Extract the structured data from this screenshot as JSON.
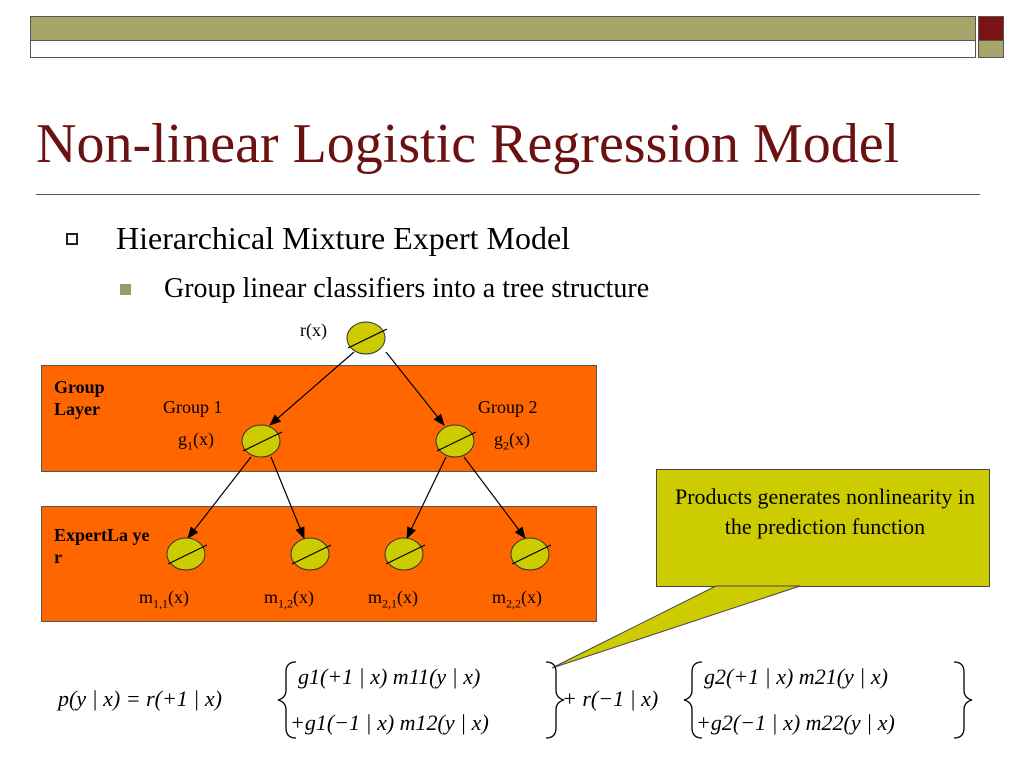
{
  "slide": {
    "title": "Non-linear Logistic Regression Model",
    "bullet1": "Hierarchical Mixture Expert Model",
    "bullet2": "Group linear classifiers into a tree structure"
  },
  "diagram": {
    "root_label": "r(x)",
    "group_layer_label": "Group Layer",
    "expert_layer_label": "ExpertLa yer",
    "group1_name": "Group 1",
    "group2_name": "Group 2",
    "g1_base": "g",
    "g1_sub": "1",
    "g1_suffix": "(x)",
    "g2_base": "g",
    "g2_sub": "2",
    "g2_suffix": "(x)",
    "m11_base": "m",
    "m11_sub": "1,1",
    "m11_suffix": "(x)",
    "m12_base": "m",
    "m12_sub": "1,2",
    "m12_suffix": "(x)",
    "m21_base": "m",
    "m21_sub": "2,1",
    "m21_suffix": "(x)",
    "m22_base": "m",
    "m22_sub": "2,2",
    "m22_suffix": "(x)",
    "node_color": "#cccc00",
    "band_color": "#ff6600"
  },
  "callout": {
    "text": "Products generates nonlinearity in the prediction function",
    "color": "#cccc00"
  },
  "formula": {
    "lhs": "p(y | x) = r(+1 | x)",
    "brace1_top": "g1(+1 | x) m11(y | x)",
    "brace1_bottom": "+g1(−1 | x) m12(y | x)",
    "middle": "+ r(−1 | x)",
    "brace2_top": "g2(+1 | x) m21(y | x)",
    "brace2_bottom": "+g2(−1 | x) m22(y | x)"
  }
}
